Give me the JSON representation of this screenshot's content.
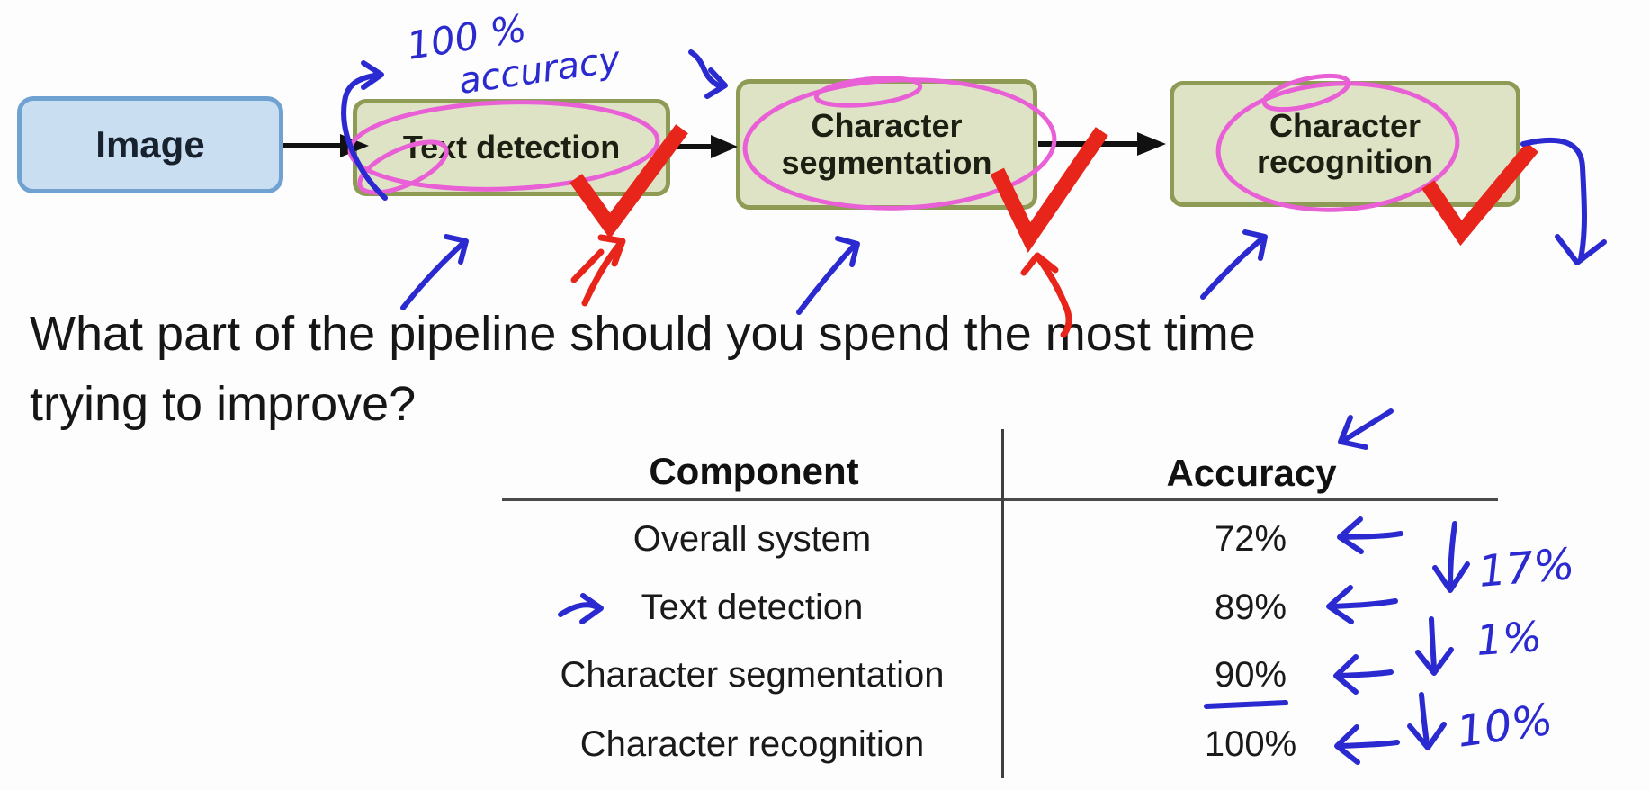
{
  "slide": {
    "question": {
      "line1": "What part of the pipeline should you spend the most time",
      "line2": "trying to improve?"
    },
    "pipeline": {
      "boxes": [
        {
          "label": "Image"
        },
        {
          "label": "Text detection"
        },
        {
          "label": "Character segmentation"
        },
        {
          "label": "Character recognition"
        }
      ]
    },
    "table": {
      "headers": {
        "component": "Component",
        "accuracy": "Accuracy"
      },
      "rows": [
        {
          "component": "Overall system",
          "accuracy": "72%"
        },
        {
          "component": "Text detection",
          "accuracy": "89%"
        },
        {
          "component": "Character segmentation",
          "accuracy": "90%"
        },
        {
          "component": "Character recognition",
          "accuracy": "100%"
        }
      ]
    },
    "annotations": {
      "top_label_line1": "100 %",
      "top_label_line2": "accuracy",
      "delta_overall_to_text_detection": "17%",
      "delta_text_detection_to_segmentation": "1%",
      "delta_segmentation_to_recognition": "10%"
    },
    "colors": {
      "ink_blue": "#2a2ad0",
      "ink_red": "#e8251a",
      "ink_magenta": "#e85fd6",
      "pipeline_box_fill": "#dee3c6",
      "pipeline_box_border": "#8d9b55",
      "image_box_fill": "#cadef2",
      "image_box_border": "#6fa2d1",
      "table_rule": "#4a4a4a"
    }
  }
}
